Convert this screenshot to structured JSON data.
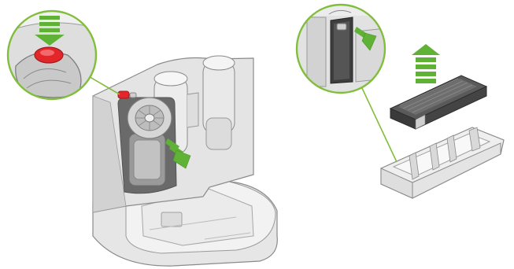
{
  "figure": {
    "panels": [
      {
        "name": "dust-bin-removal",
        "steps": [
          "press-release-button",
          "slide-bin-out"
        ]
      },
      {
        "name": "filter-replacement",
        "steps": [
          "open-filter-door",
          "lift-filter-out"
        ]
      }
    ],
    "colors": {
      "background": "#ffffff",
      "outline": "#8a8a8a",
      "base_light": "#efefef",
      "base_mid": "#dcdcdc",
      "base_dark": "#c4c4c4",
      "highlight_ring": "#82be3c",
      "arrow_green": "#5fb236",
      "button_red": "#e3262a",
      "filter_dark": "#3a3a3a"
    },
    "icons": [
      "zoom-callout-icon",
      "down-arrow-icon",
      "up-arrow-icon",
      "release-button-icon"
    ]
  }
}
